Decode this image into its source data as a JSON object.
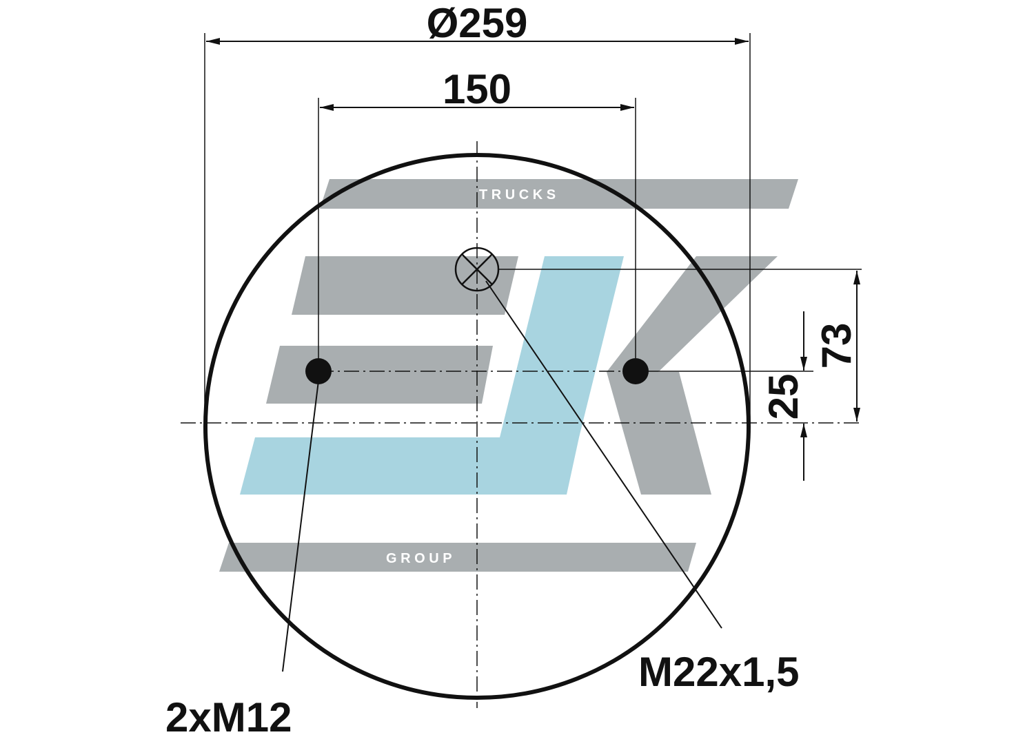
{
  "drawing": {
    "outer_diameter_label": "Ø259",
    "bolt_spacing_label": "150",
    "inlet_offset_label": "73",
    "bolt_offset_label": "25",
    "inlet_thread_label": "M22x1,5",
    "bolt_thread_label": "2xM12"
  },
  "watermark": {
    "top_text": "T R U C K S",
    "bottom_text": "G R O U P",
    "colors": {
      "grey": "#a9aeb0",
      "blue": "#a8d4e0"
    }
  },
  "colors": {
    "line": "#111111",
    "background": "#ffffff"
  }
}
